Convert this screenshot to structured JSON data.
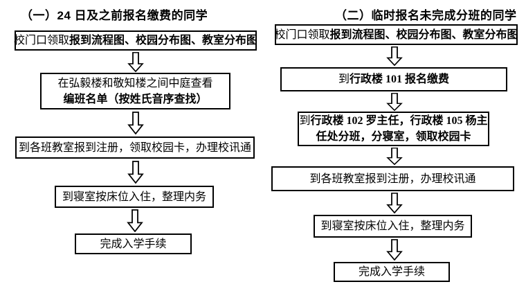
{
  "flowchart": {
    "colors": {
      "border": "#000000",
      "text": "#000000",
      "background": "#ffffff"
    },
    "icons": {
      "down_arrow": "⇩"
    },
    "left": {
      "title": "（一）24 日及之前报名缴费的同学",
      "steps": {
        "s1": {
          "pre": "校门口领取",
          "bold": "报到流程图、校园分布图、教室分布图"
        },
        "s2": {
          "line1": "在弘毅楼和敬知楼之间中庭查看",
          "line2_bold": "编班名单（按姓氏音序查找）"
        },
        "s3": {
          "text": "到各班教室报到注册，领取校园卡，办理校讯通"
        },
        "s4": {
          "text": "到寝室按床位入住，整理内务"
        },
        "s5": {
          "text": "完成入学手续"
        }
      }
    },
    "right": {
      "title": "（二）临时报名未完成分班的同学",
      "steps": {
        "s1": {
          "pre": "校门口领取",
          "bold": "报到流程图、校园分布图、教室分布图"
        },
        "s2": {
          "pre": "到",
          "bold": "行政楼 101 报名缴费"
        },
        "s3": {
          "line1_pre": "到",
          "line1_bold": "行政楼 102 罗主任，行政楼 105 杨主",
          "line2_bold": "任处分班，分寝室，领取校园卡"
        },
        "s4": {
          "text": "到各班教室报到注册，办理校讯通"
        },
        "s5": {
          "text": "到寝室按床位入住，整理内务"
        },
        "s6": {
          "text": "完成入学手续"
        }
      }
    }
  }
}
